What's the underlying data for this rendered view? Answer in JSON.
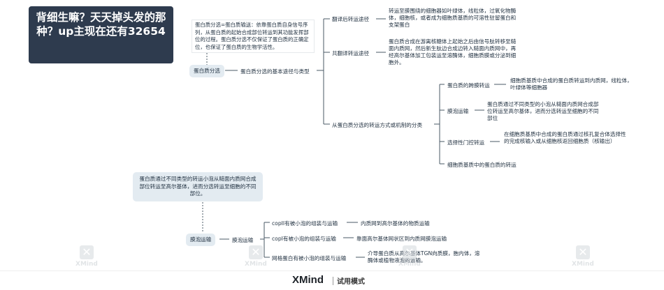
{
  "title": {
    "text": "背细生嘛？天天掉头发的那种？up主现在还有32654"
  },
  "top": {
    "note": "蛋白质分选=蛋白质输送：依靠蛋白质自身信号序列，从蛋白质的起始合成部位转运到其功能发挥部位的过程。蛋白质分选不仅保证了蛋白质的正确定位，也保证了蛋白质的生物学活性。",
    "root": "蛋白质分选",
    "sub": "蛋白质分选的基本途径与类型",
    "b1": {
      "label": "翻译后转运途径",
      "desc": "转运至膜围绕的细胞器如叶绿体，线粒体，过氧化物酶体，细胞核，或者成为细胞质基质的可溶性驻留蛋白和支架蛋白"
    },
    "b2": {
      "label": "共翻译转运途径",
      "desc": "蛋白质合成在游离核糖体上起始之后由信号肽转移至糙面内质网，然后新生肽边合成边转入糙面内质网中，再经高尔基体加工包装运至溶酶体，细胞质膜或分泌到细胞外。"
    },
    "b3": {
      "label": "从蛋白质分选的转运方式或机制的分类",
      "c1": {
        "label": "蛋白质的跨膜转运",
        "desc": "细胞质基质中合成的蛋白质转运到内质网，线粒体，叶绿体等细胞器"
      },
      "c2": {
        "label": "膜泡运输",
        "desc": "蛋白质通过不同类型的小泡从糙面内质网合成部位转运至高尔基体，进而分选转运至细胞的不同部位"
      },
      "c3": {
        "label": "选择性门控转运",
        "desc": "在细胞质基质中合成的蛋白质通过核孔复合体选择性的完成核输入或从细胞核返回细胞质（核输出）"
      },
      "c4": {
        "label": "细胞质基质中的蛋白质的转运"
      }
    }
  },
  "bottom": {
    "note": "蛋白质通过不同类型的转运小泡从糙面内质网合成部位转运至高尔基体，进而分选转运至细胞的不同部位。",
    "root": "膜泡运输",
    "sub": "膜泡运输",
    "r1": {
      "label": "copII有被小泡的组装与运输",
      "desc": "内质网到高尔基体的物质运输"
    },
    "r2": {
      "label": "copI有被小泡的组装与运输",
      "desc": "靠面高尔基体网状区到内质网膜泡运输"
    },
    "r3": {
      "label": "网格蛋白有被小泡的组装与运输",
      "desc": "介导蛋白质从高尔基体TGN向质膜，胞内体，溶酶体或植物液泡的运输。"
    }
  },
  "watermark": {
    "text": "XMind"
  },
  "footer": {
    "brand": "XMind",
    "mode": "试用模式"
  },
  "colors": {
    "title_bg": "#2e3b4e",
    "node_bg": "#e3ebf1",
    "line": "#4a5866"
  }
}
